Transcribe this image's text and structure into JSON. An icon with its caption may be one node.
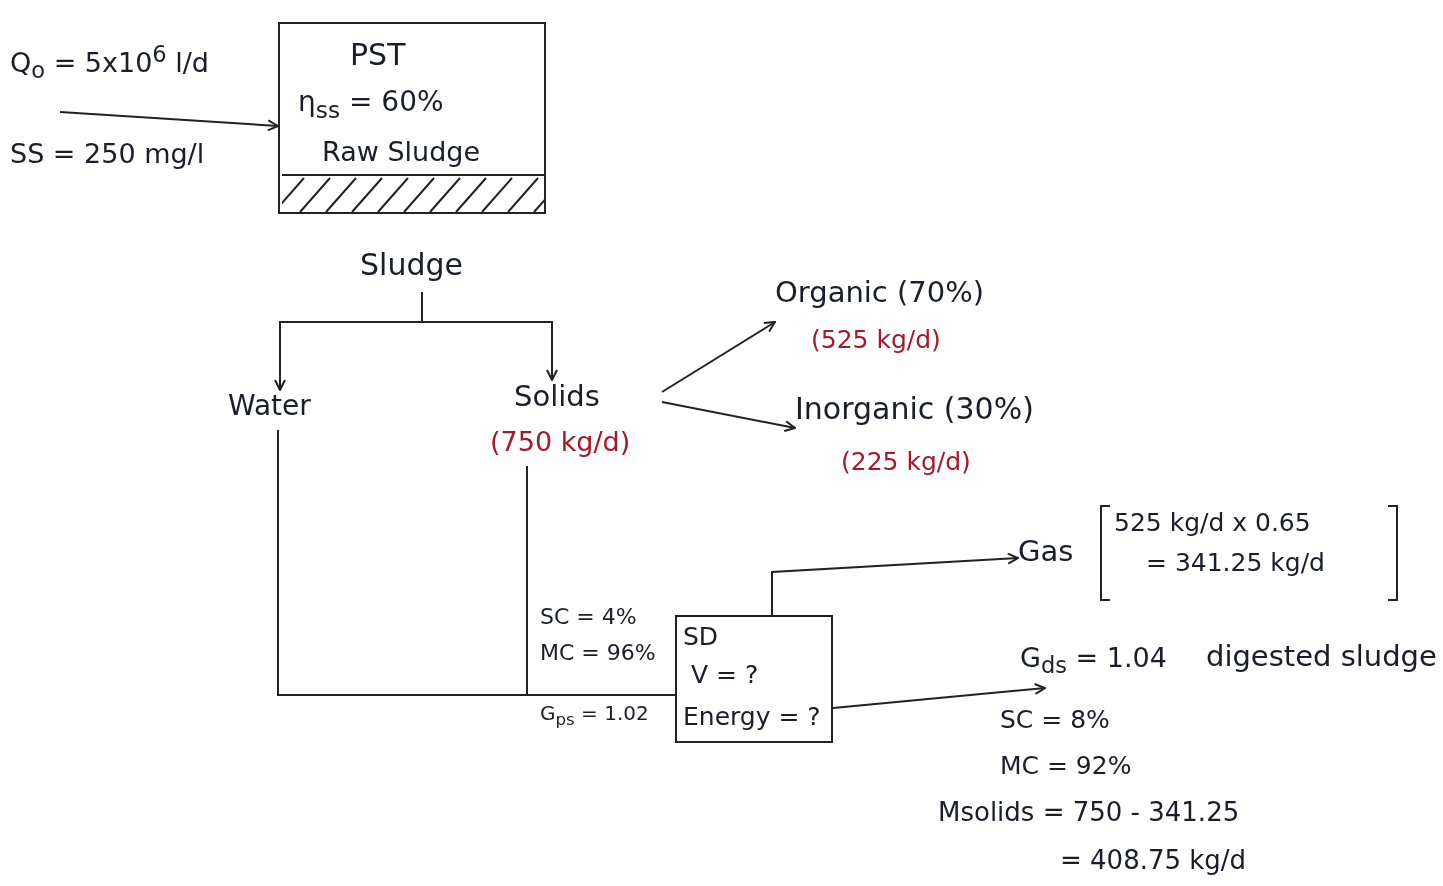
{
  "diagram": {
    "nodes": [
      {
        "text": [
          "PST",
          "η$_{ss}$ = 60%",
          "Raw Sludge"
        ]
      },
      {
        "text": [
          "Sludge"
        ]
      },
      {
        "text": [
          "Water"
        ]
      },
      {
        "text": [
          "Solids",
          "(750 kg/d)"
        ]
      },
      {
        "text": [
          "Organic (70%)",
          "(525 kg/d)"
        ]
      },
      {
        "text": [
          "Inorganic (30%)",
          "(225 kg/d)"
        ]
      },
      {
        "text": [
          "SD",
          "V = ?",
          "Energy = ?"
        ],
        "beside": [
          "SC = 4%",
          "MC = 96%",
          "G$_{ps}$ = 1.02"
        ]
      },
      {
        "text": [
          "Gas",
          "525 kg/d x 0.65",
          "= 341.25 kg/d"
        ]
      },
      {
        "text": [
          "G$_{ds}$ = 1.04",
          "digested sludge"
        ],
        "beside": [
          "SC = 8%",
          "MC = 92%",
          "Msolids = 750 - 341.25",
          "= 408.75 kg/d"
        ]
      }
    ],
    "edges": [
      {
        "from": null,
        "to": 0,
        "arrow": "to"
      },
      {
        "from": 1,
        "to": 2,
        "arrow": "to"
      },
      {
        "from": 1,
        "to": 3,
        "arrow": "to"
      },
      {
        "from": 3,
        "to": 4,
        "arrow": "to"
      },
      {
        "from": 3,
        "to": 5,
        "arrow": "to"
      },
      {
        "from": 2,
        "to": 6,
        "arrow": "none"
      },
      {
        "from": 3,
        "to": 6,
        "arrow": "none"
      },
      {
        "from": 6,
        "to": 7,
        "arrow": "to"
      },
      {
        "from": 6,
        "to": 8,
        "arrow": "to"
      }
    ],
    "labels": [
      "Q$_{o}$ = 5x10$^{6}$ l/d",
      "SS = 250 mg/l"
    ]
  }
}
